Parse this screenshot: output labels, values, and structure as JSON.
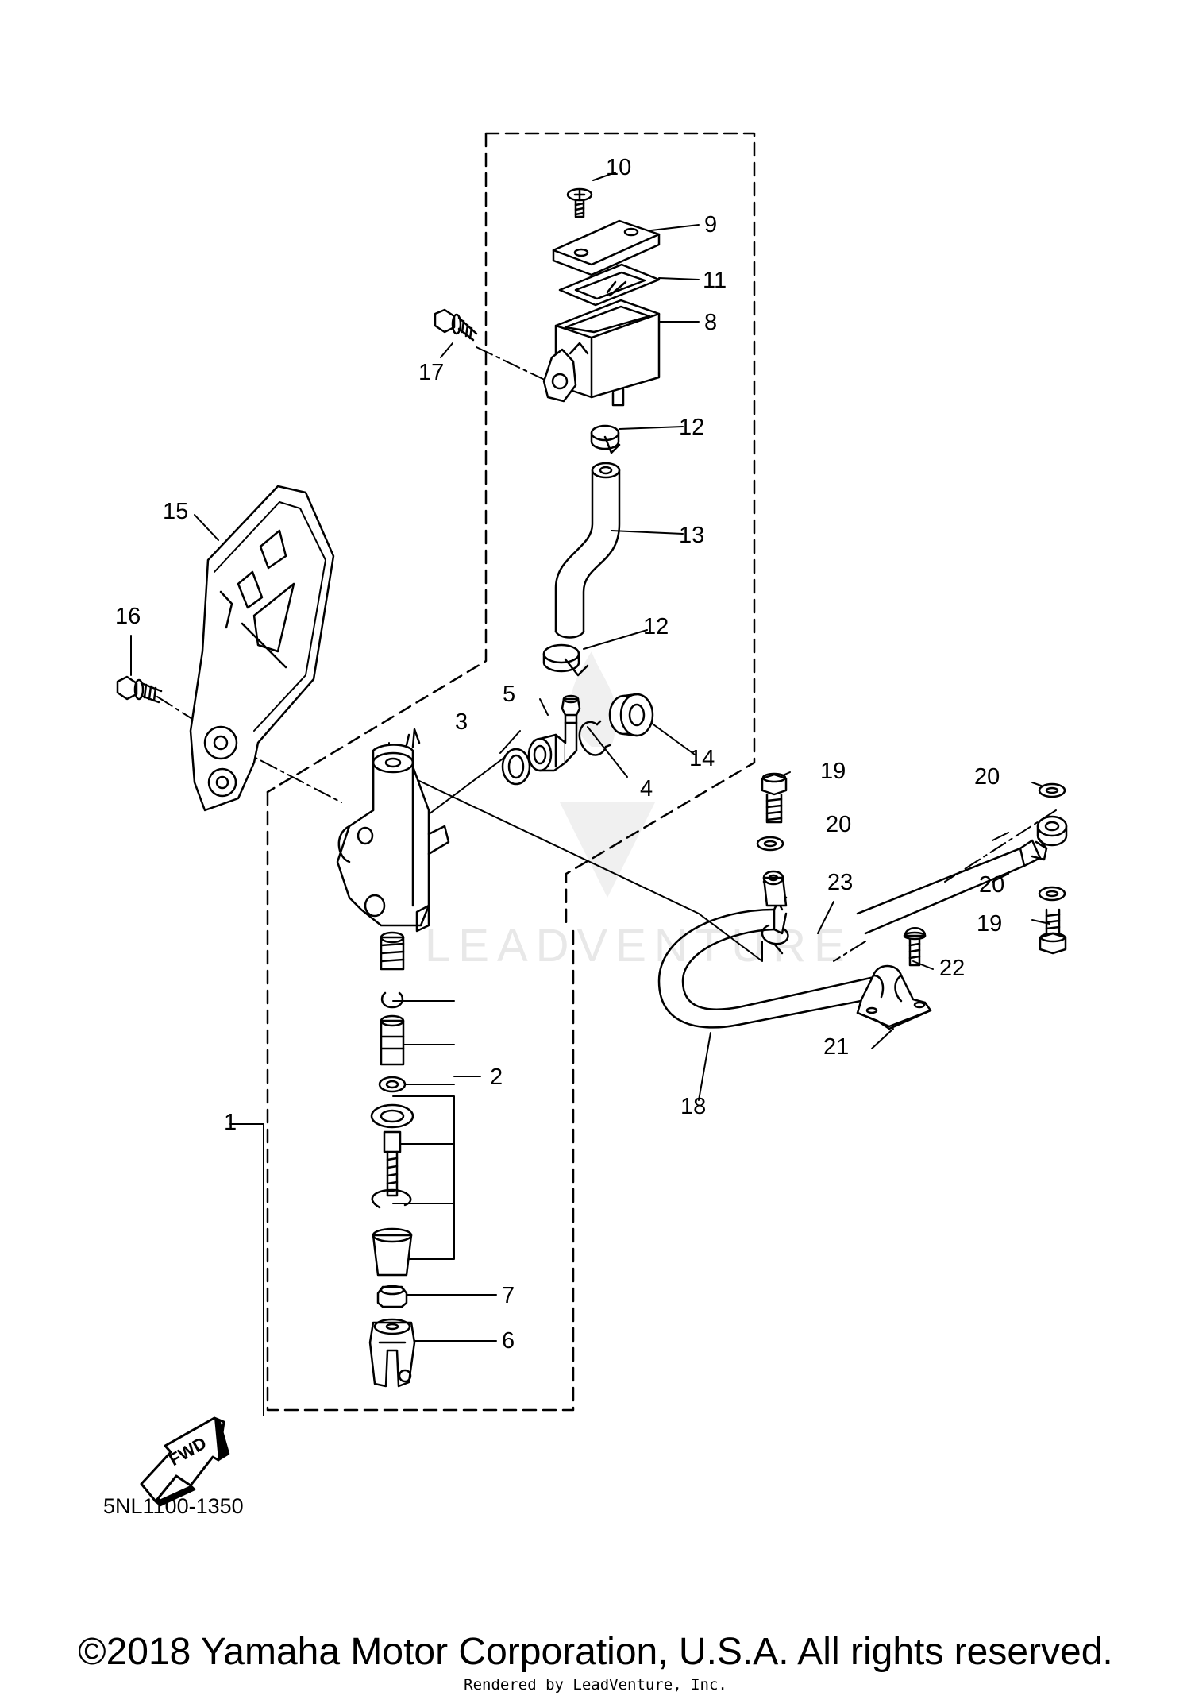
{
  "diagram": {
    "drawing_code": "5NL1100-1350",
    "fwd_label": "FWD",
    "watermark": "LEADVENTURE",
    "callouts": {
      "p1": "1",
      "p2": "2",
      "p3": "3",
      "p4": "4",
      "p5": "5",
      "p6": "6",
      "p7": "7",
      "p8": "8",
      "p9": "9",
      "p10": "10",
      "p11": "11",
      "p12a": "12",
      "p12b": "12",
      "p13": "13",
      "p14": "14",
      "p15": "15",
      "p16": "16",
      "p17": "17",
      "p18": "18",
      "p19a": "19",
      "p19b": "19",
      "p20a": "20",
      "p20b": "20",
      "p20c": "20",
      "p21": "21",
      "p22": "22",
      "p23": "23"
    }
  },
  "footer": {
    "copyright": "©2018 Yamaha Motor Corporation, U.S.A. All rights reserved.",
    "rendered_by": "Rendered by LeadVenture, Inc."
  }
}
